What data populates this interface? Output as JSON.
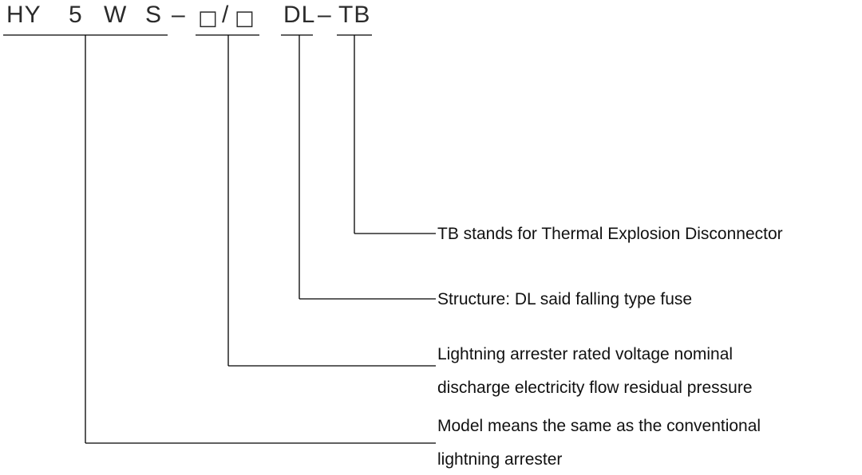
{
  "model_code": {
    "hy": "HY",
    "five": "5",
    "w": "W",
    "s": "S",
    "dash1": "–",
    "box1": "□",
    "slash": "/",
    "box2": "□",
    "dl": "DL",
    "dash2": "–",
    "tb": "TB"
  },
  "descriptions": {
    "tb": "TB stands for Thermal Explosion  Disconnector",
    "structure": "Structure: DL said falling type fuse",
    "rated_line1": "Lightning arrester rated voltage nominal",
    "rated_line2": "discharge electricity flow residual pressure",
    "model_line1": "Model means the same as the conventional",
    "model_line2": "lightning arrester"
  }
}
